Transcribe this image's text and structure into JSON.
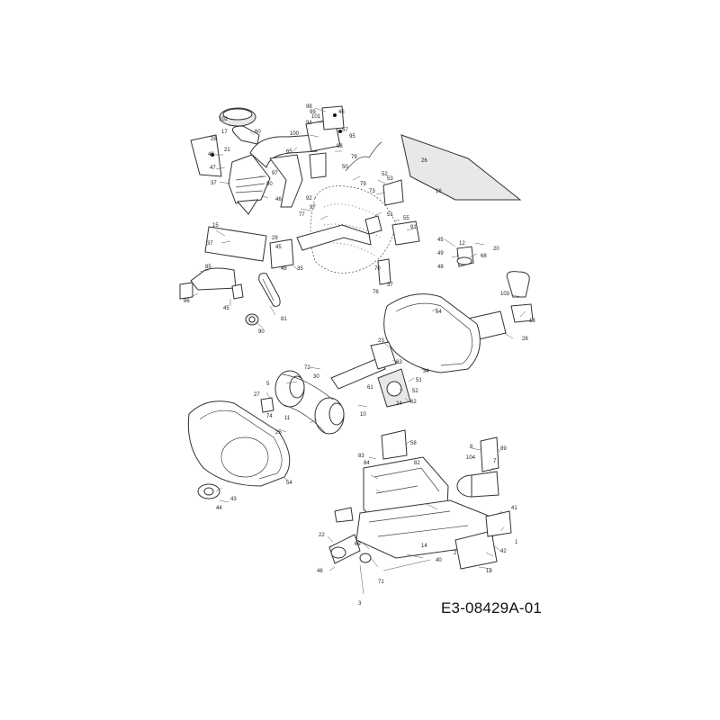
{
  "document_id": "E3-08429A-01",
  "callouts": [
    {
      "id": "c102",
      "text": "102"
    },
    {
      "id": "c17",
      "text": "17"
    },
    {
      "id": "c60",
      "text": "60"
    },
    {
      "id": "c28a",
      "text": "28"
    },
    {
      "id": "c48a",
      "text": "48"
    },
    {
      "id": "c21",
      "text": "21"
    },
    {
      "id": "c47",
      "text": "47"
    },
    {
      "id": "c37a",
      "text": "37"
    },
    {
      "id": "c80",
      "text": "80"
    },
    {
      "id": "c97",
      "text": "97"
    },
    {
      "id": "c46a",
      "text": "46"
    },
    {
      "id": "c92",
      "text": "92"
    },
    {
      "id": "c98",
      "text": "98"
    },
    {
      "id": "c99",
      "text": "99"
    },
    {
      "id": "c101",
      "text": "101"
    },
    {
      "id": "c94",
      "text": "94"
    },
    {
      "id": "c46b",
      "text": "46"
    },
    {
      "id": "c100",
      "text": "100"
    },
    {
      "id": "c57",
      "text": "57"
    },
    {
      "id": "c95",
      "text": "95"
    },
    {
      "id": "c65",
      "text": "65"
    },
    {
      "id": "c93",
      "text": "93"
    },
    {
      "id": "c79",
      "text": "79"
    },
    {
      "id": "c50",
      "text": "50"
    },
    {
      "id": "c26",
      "text": "26"
    },
    {
      "id": "c16",
      "text": "16"
    },
    {
      "id": "c52",
      "text": "52"
    },
    {
      "id": "c53",
      "text": "53"
    },
    {
      "id": "c79b",
      "text": "79"
    },
    {
      "id": "c73",
      "text": "73"
    },
    {
      "id": "c97b",
      "text": "97"
    },
    {
      "id": "c77",
      "text": "77"
    },
    {
      "id": "c15",
      "text": "15"
    },
    {
      "id": "c37b",
      "text": "37"
    },
    {
      "id": "c51",
      "text": "51"
    },
    {
      "id": "c55",
      "text": "55"
    },
    {
      "id": "c29",
      "text": "29"
    },
    {
      "id": "c45a",
      "text": "45"
    },
    {
      "id": "c35",
      "text": "35"
    },
    {
      "id": "c70",
      "text": "70"
    },
    {
      "id": "c48b",
      "text": "48"
    },
    {
      "id": "c85",
      "text": "85"
    },
    {
      "id": "c86",
      "text": "86"
    },
    {
      "id": "c45b",
      "text": "45"
    },
    {
      "id": "c81",
      "text": "81"
    },
    {
      "id": "c90",
      "text": "90"
    },
    {
      "id": "c76",
      "text": "76"
    },
    {
      "id": "c37c",
      "text": "37"
    },
    {
      "id": "c91",
      "text": "91"
    },
    {
      "id": "c45c",
      "text": "45"
    },
    {
      "id": "c49",
      "text": "49"
    },
    {
      "id": "c12",
      "text": "12"
    },
    {
      "id": "c20",
      "text": "20"
    },
    {
      "id": "c68",
      "text": "68"
    },
    {
      "id": "c48c",
      "text": "48"
    },
    {
      "id": "c64",
      "text": "64"
    },
    {
      "id": "c103",
      "text": "103"
    },
    {
      "id": "c13",
      "text": "13"
    },
    {
      "id": "c28b",
      "text": "28"
    },
    {
      "id": "c23",
      "text": "23"
    },
    {
      "id": "c63",
      "text": "63"
    },
    {
      "id": "c72",
      "text": "72"
    },
    {
      "id": "c30",
      "text": "30"
    },
    {
      "id": "c5",
      "text": "5"
    },
    {
      "id": "c27",
      "text": "27"
    },
    {
      "id": "c74",
      "text": "74"
    },
    {
      "id": "c34",
      "text": "34"
    },
    {
      "id": "c51b",
      "text": "51"
    },
    {
      "id": "c52b",
      "text": "52"
    },
    {
      "id": "c61",
      "text": "61"
    },
    {
      "id": "c24",
      "text": "24"
    },
    {
      "id": "c62",
      "text": "62"
    },
    {
      "id": "c11",
      "text": "11"
    },
    {
      "id": "c10",
      "text": "10"
    },
    {
      "id": "c25",
      "text": "25"
    },
    {
      "id": "c54",
      "text": "54"
    },
    {
      "id": "c43",
      "text": "43"
    },
    {
      "id": "c44",
      "text": "44"
    },
    {
      "id": "c58",
      "text": "58"
    },
    {
      "id": "c83",
      "text": "83"
    },
    {
      "id": "c84",
      "text": "84"
    },
    {
      "id": "c82",
      "text": "82"
    },
    {
      "id": "c104",
      "text": "104"
    },
    {
      "id": "c89",
      "text": "89"
    },
    {
      "id": "c8",
      "text": "8"
    },
    {
      "id": "c7",
      "text": "7"
    },
    {
      "id": "c41",
      "text": "41"
    },
    {
      "id": "c22",
      "text": "22"
    },
    {
      "id": "c69",
      "text": "69"
    },
    {
      "id": "c46c",
      "text": "46"
    },
    {
      "id": "c14",
      "text": "14"
    },
    {
      "id": "c42",
      "text": "42"
    },
    {
      "id": "c18",
      "text": "18"
    },
    {
      "id": "c71",
      "text": "71"
    },
    {
      "id": "c40",
      "text": "40"
    },
    {
      "id": "c3",
      "text": "3"
    },
    {
      "id": "c1",
      "text": "1"
    },
    {
      "id": "c2",
      "text": "2"
    }
  ]
}
